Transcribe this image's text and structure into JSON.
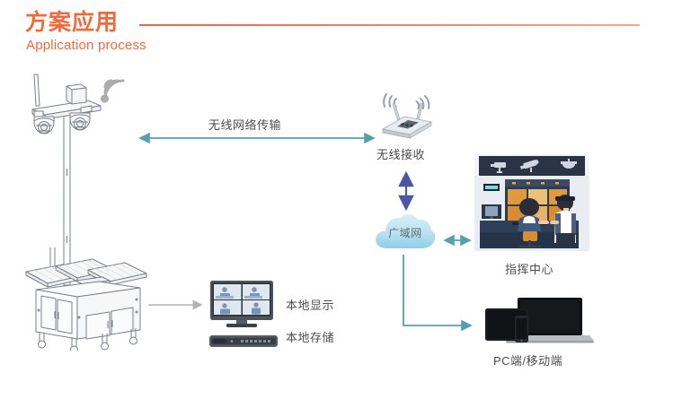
{
  "header": {
    "title_cn": "方案应用",
    "title_en": "Application process",
    "accent_color": "#ef6a3c"
  },
  "diagram": {
    "title": "方案应用 - Application process",
    "nodes": [
      {
        "id": "tower",
        "label": "",
        "icon": "solar-camera-tower-icon"
      },
      {
        "id": "wifi-signal",
        "label": "",
        "icon": "wifi-signal-icon"
      },
      {
        "id": "router",
        "label": "无线接收",
        "icon": "wireless-router-icon"
      },
      {
        "id": "cloud",
        "label": "广域网",
        "icon": "cloud-icon"
      },
      {
        "id": "command",
        "label": "指挥中心",
        "icon": "command-center-icon"
      },
      {
        "id": "pc-mobile",
        "label": "PC端/移动端",
        "icon": "laptop-tablet-phone-icon"
      },
      {
        "id": "local-display",
        "label": "本地显示",
        "icon": "quad-monitor-icon"
      },
      {
        "id": "local-storage",
        "label": "本地存储",
        "icon": "nvr-recorder-icon"
      }
    ],
    "links": [
      {
        "id": "link-wireless",
        "label": "无线网络传输",
        "from": "tower",
        "to": "router",
        "arrow": "both",
        "color": "#55a0b0"
      },
      {
        "id": "link-router-cloud",
        "label": "",
        "from": "router",
        "to": "cloud",
        "arrow": "both",
        "color": "#4a57a5"
      },
      {
        "id": "link-cloud-command",
        "label": "",
        "from": "cloud",
        "to": "command",
        "arrow": "both",
        "color": "#55a0b0"
      },
      {
        "id": "link-cloud-pc",
        "label": "",
        "from": "cloud",
        "to": "pc-mobile",
        "arrow": "forward",
        "color": "#55a0b0"
      },
      {
        "id": "link-tower-local",
        "label": "",
        "from": "tower",
        "to": "local-display",
        "arrow": "forward",
        "color": "#b3b3b3"
      }
    ],
    "colors": {
      "teal": "#55a0b0",
      "indigo": "#4a57a5",
      "gray": "#b3b3b3",
      "label_text": "#4c4c4c",
      "cloud_text": "#5b6b75"
    }
  },
  "labels": {
    "wireless_transmission": "无线网络传输",
    "wireless_receive": "无线接收",
    "wan": "广域网",
    "command_center": "指挥中心",
    "pc_mobile": "PC端/移动端",
    "local_display": "本地显示",
    "local_storage": "本地存储"
  }
}
